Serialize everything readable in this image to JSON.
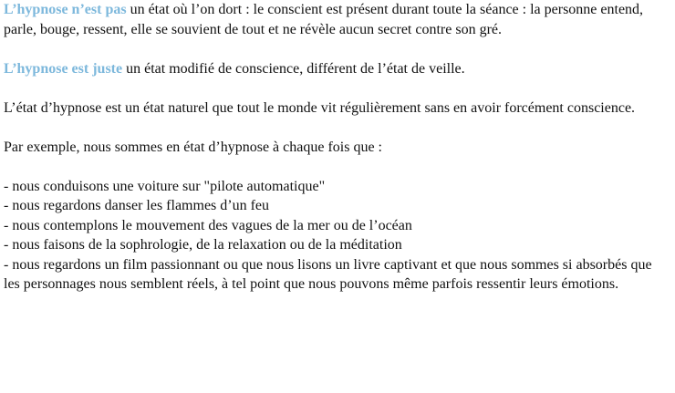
{
  "colors": {
    "highlight": "#7db8dc",
    "text": "#111111",
    "background": "#ffffff"
  },
  "paragraph_1": {
    "highlight": "L’hypnose n’est pas",
    "text": " un état où l’on dort : le conscient est présent durant toute la séance : la personne entend, parle, bouge, ressent, elle se souvient de tout et ne révèle aucun secret contre son gré."
  },
  "paragraph_2": {
    "highlight": "L’hypnose est juste",
    "text": " un état modifié de conscience, différent de l’état de veille."
  },
  "paragraph_3": {
    "text": "L’état d’hypnose est un état naturel que tout le monde vit régulièrement sans en avoir forcément conscience."
  },
  "paragraph_4": {
    "text": "Par exemple, nous sommes en état d’hypnose à chaque fois que :"
  },
  "examples": [
    " - nous conduisons une voiture sur \"pilote automatique\"",
    " - nous regardons danser les flammes d’un feu",
    " - nous contemplons le mouvement des vagues de la mer ou de l’océan",
    " - nous faisons de la sophrologie, de la relaxation ou de la méditation",
    " - nous regardons un film passionnant ou que nous lisons un livre captivant et que nous sommes si absorbés que les personnages nous semblent réels, à tel point que nous pouvons même parfois ressentir leurs émotions."
  ]
}
